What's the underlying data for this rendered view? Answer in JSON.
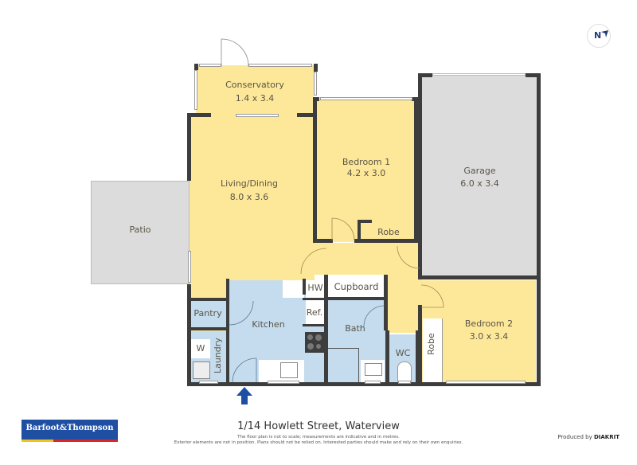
{
  "floorplan": {
    "rooms": [
      {
        "id": "conservatory",
        "name": "Conservatory",
        "dims": "1.4 x 3.4"
      },
      {
        "id": "living",
        "name": "Living/Dining",
        "dims": "8.0 x 3.6"
      },
      {
        "id": "bedroom1",
        "name": "Bedroom 1",
        "dims": "4.2 x 3.0"
      },
      {
        "id": "garage",
        "name": "Garage",
        "dims": "6.0 x 3.4"
      },
      {
        "id": "patio",
        "name": "Patio",
        "dims": ""
      },
      {
        "id": "robe1",
        "name": "Robe",
        "dims": ""
      },
      {
        "id": "cupboard",
        "name": "Cupboard",
        "dims": ""
      },
      {
        "id": "hw",
        "name": "HW",
        "dims": ""
      },
      {
        "id": "ref",
        "name": "Ref.",
        "dims": ""
      },
      {
        "id": "pantry",
        "name": "Pantry",
        "dims": ""
      },
      {
        "id": "kitchen",
        "name": "Kitchen",
        "dims": ""
      },
      {
        "id": "laundry",
        "name": "Laundry",
        "dims": ""
      },
      {
        "id": "w",
        "name": "W",
        "dims": ""
      },
      {
        "id": "bath",
        "name": "Bath",
        "dims": ""
      },
      {
        "id": "wc",
        "name": "WC",
        "dims": ""
      },
      {
        "id": "robe2",
        "name": "Robe",
        "dims": ""
      },
      {
        "id": "bedroom2",
        "name": "Bedroom 2",
        "dims": "3.0 x 3.4"
      }
    ],
    "compass": {
      "label": "N"
    },
    "entry_arrow_color": "#1e4fa3",
    "colors": {
      "living": "#fde89a",
      "wet": "#c4dced",
      "exterior": "#dcdcdc",
      "wall": "#3d3d3d"
    }
  },
  "footer": {
    "address": "1/14 Howlett  Street, Waterview",
    "disclaimer_1": "The floor plan is not to scale; measurements are indicative and in metres.",
    "disclaimer_2": "Exterior elements are not in position. Plans should not be relied on. Interested parties should make and rely on their own enquiries.",
    "producer_prefix": "Produced by",
    "producer_name": "DIAKRIT",
    "agency_logo": "Barfoot&Thompson"
  }
}
